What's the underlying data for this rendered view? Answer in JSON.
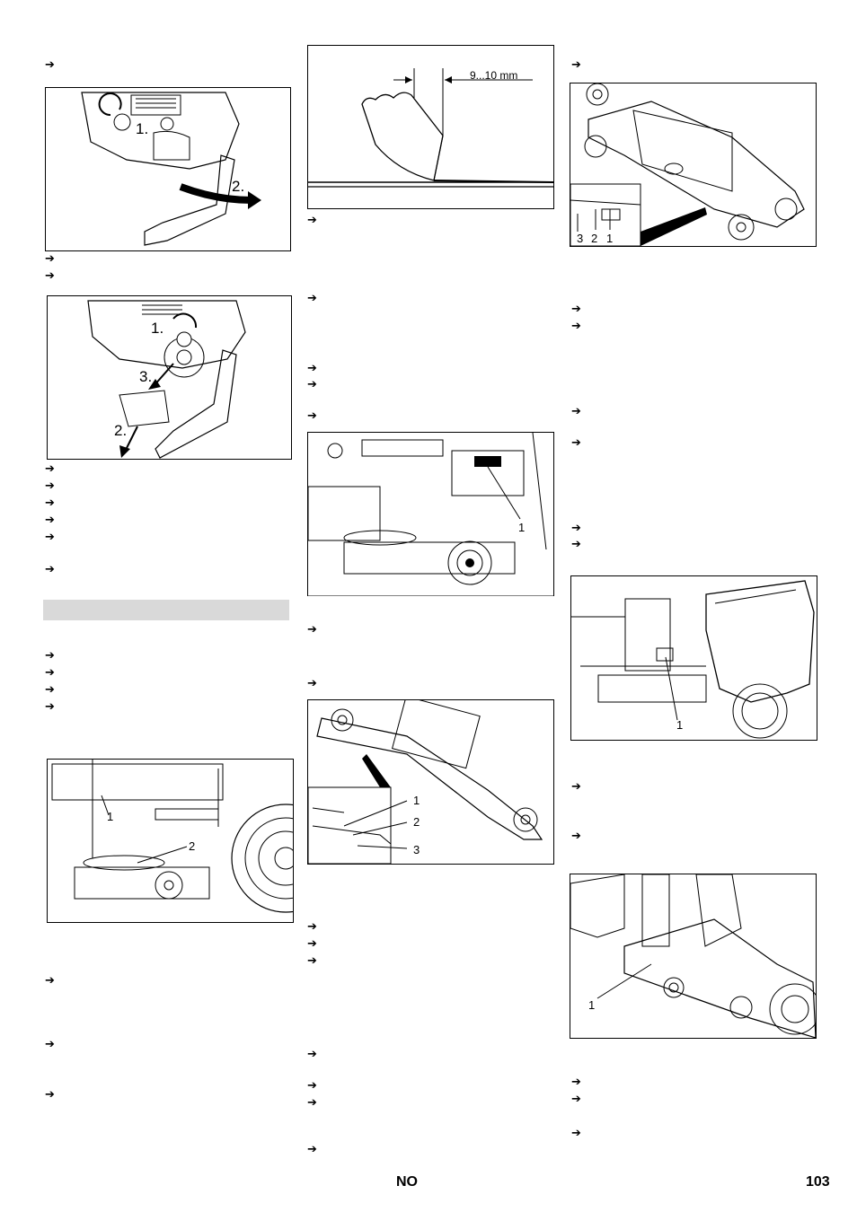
{
  "arrow_glyph": "➔",
  "figure_callouts": {
    "fig1": {
      "step1": "1.",
      "step2": "2."
    },
    "fig2": {
      "step1": "1.",
      "step2": "2.",
      "step3": "3."
    },
    "fig3": {
      "dimension": "9...10 mm"
    },
    "fig4": {
      "label1": "1"
    },
    "fig5": {
      "label1": "1",
      "label2": "2",
      "label3": "3"
    },
    "fig6": {
      "label1": "1",
      "label2": "2"
    },
    "fig7": {
      "label1": "1",
      "label2": "2",
      "label3": "3"
    },
    "fig8": {
      "label1": "1"
    },
    "fig9": {
      "label1": "1"
    }
  },
  "footer": {
    "language": "NO",
    "page_number": "103"
  }
}
